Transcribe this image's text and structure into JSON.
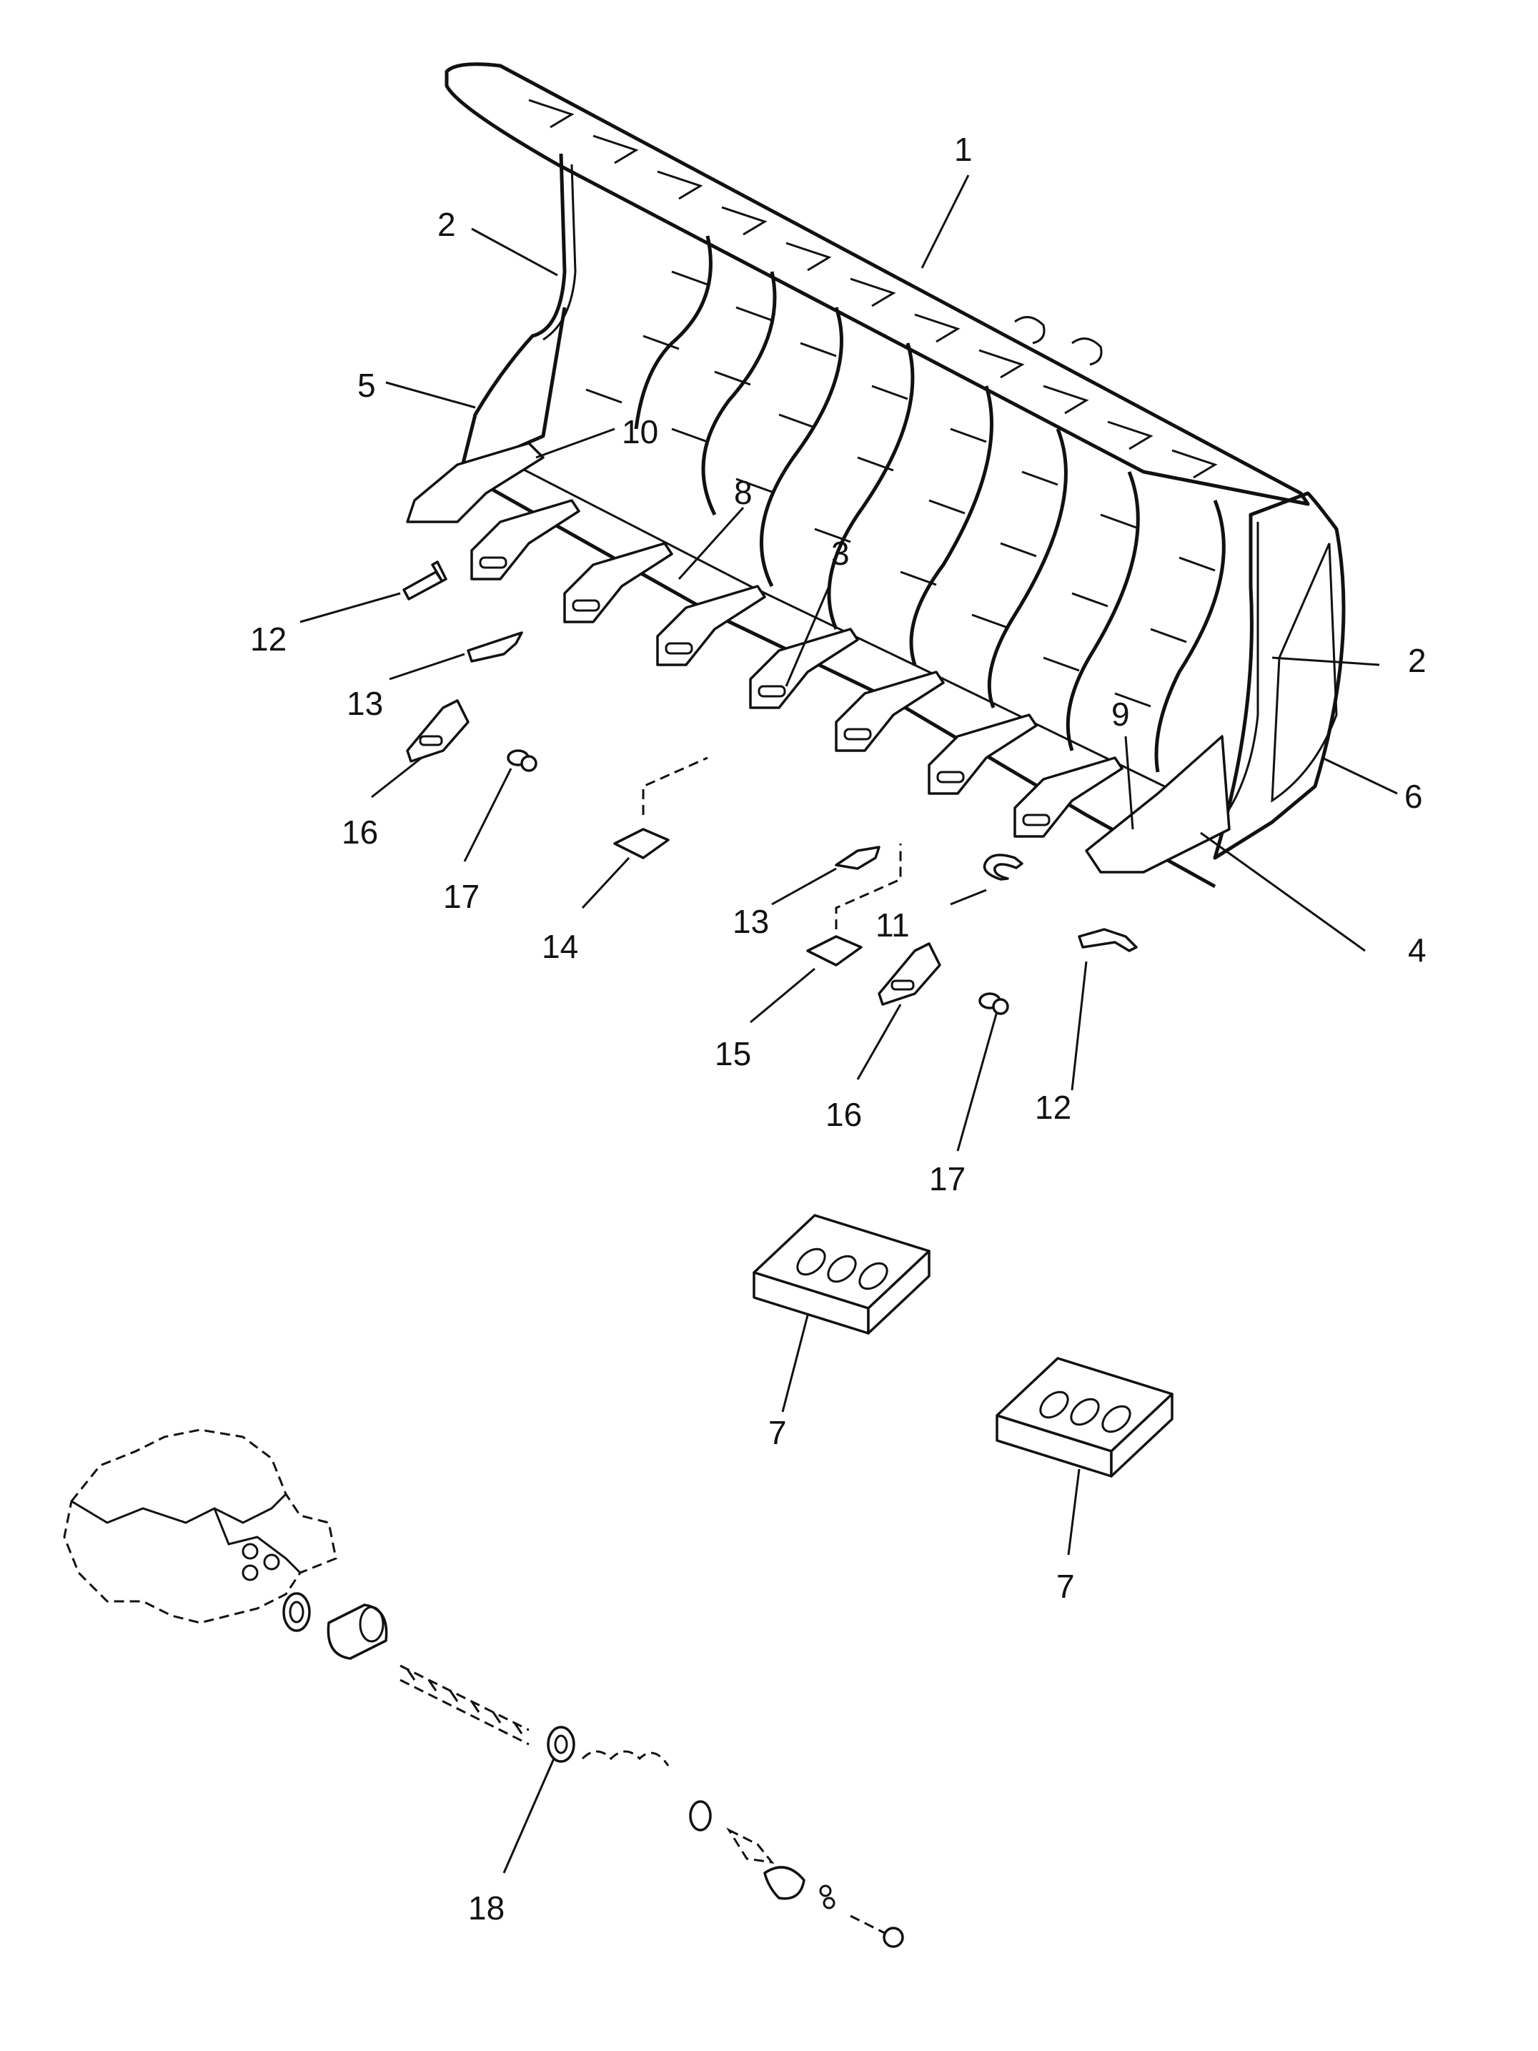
{
  "callouts": [
    {
      "id": "c1",
      "text": "1"
    },
    {
      "id": "c2a",
      "text": "2"
    },
    {
      "id": "c2b",
      "text": "2"
    },
    {
      "id": "c3",
      "text": "3"
    },
    {
      "id": "c4",
      "text": "4"
    },
    {
      "id": "c5",
      "text": "5"
    },
    {
      "id": "c6",
      "text": "6"
    },
    {
      "id": "c7a",
      "text": "7"
    },
    {
      "id": "c7b",
      "text": "7"
    },
    {
      "id": "c8",
      "text": "8"
    },
    {
      "id": "c9",
      "text": "9"
    },
    {
      "id": "c10",
      "text": "10"
    },
    {
      "id": "c11",
      "text": "11"
    },
    {
      "id": "c12a",
      "text": "12"
    },
    {
      "id": "c12b",
      "text": "12"
    },
    {
      "id": "c13a",
      "text": "13"
    },
    {
      "id": "c13b",
      "text": "13"
    },
    {
      "id": "c14",
      "text": "14"
    },
    {
      "id": "c15",
      "text": "15"
    },
    {
      "id": "c16a",
      "text": "16"
    },
    {
      "id": "c16b",
      "text": "16"
    },
    {
      "id": "c17a",
      "text": "17"
    },
    {
      "id": "c17b",
      "text": "17"
    },
    {
      "id": "c18",
      "text": "18"
    }
  ]
}
